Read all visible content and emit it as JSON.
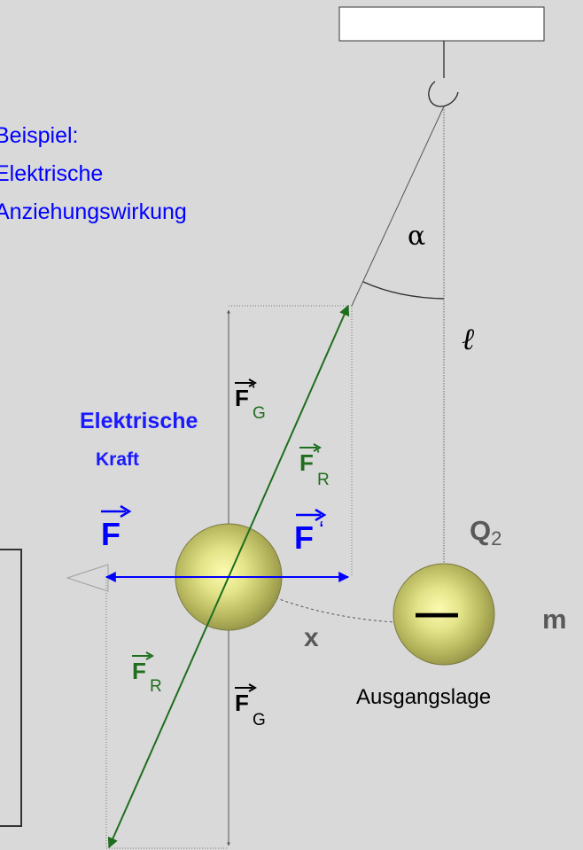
{
  "title": {
    "line1": "Beispiel:",
    "line2": "Elektrische",
    "line3": "Anziehungswirkung"
  },
  "electric_force_label": {
    "line1": "Elektrische",
    "line2": "Kraft"
  },
  "vectors": {
    "f": {
      "main": "F"
    },
    "f_prime": {
      "main": "F",
      "prime": "‘"
    },
    "fg_prime": {
      "main": "F",
      "prime": "‘",
      "sub": "G"
    },
    "fr_prime": {
      "main": "F",
      "prime": "‘",
      "sub": "R"
    },
    "fr": {
      "main": "F",
      "sub": "R"
    },
    "fg": {
      "main": "F",
      "sub": "G"
    }
  },
  "angle_symbol": "α",
  "length_symbol": "ℓ",
  "charge": {
    "symbol": "Q",
    "subscript": "2",
    "sign": "—"
  },
  "mass_symbol": "m",
  "displacement_symbol": "x",
  "start_position_label": "Ausgangslage",
  "colors": {
    "background": "#d9d9d9",
    "blue_text": "#0000ff",
    "green_vector": "#1e6e1e",
    "blue_vector": "#0000ff",
    "gray_text": "#595959"
  }
}
